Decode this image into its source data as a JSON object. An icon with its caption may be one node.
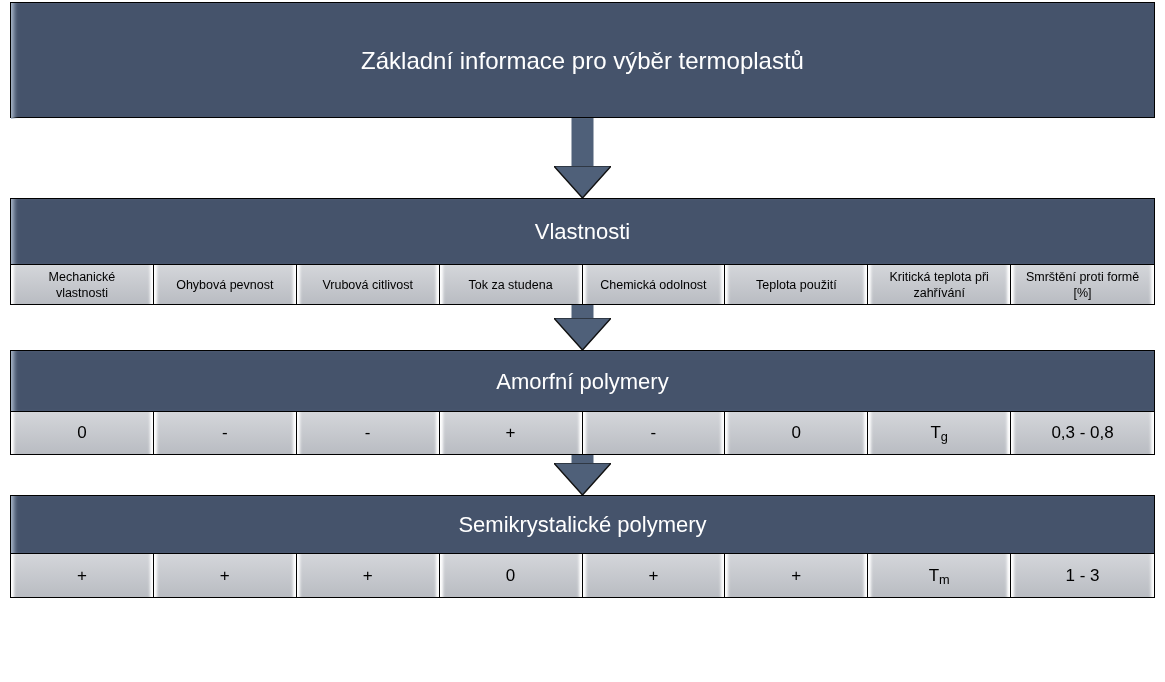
{
  "diagram": {
    "nodes": [
      {
        "text": [
          "Základní informace pro výběr termoplastů"
        ]
      },
      {
        "text": [
          "Vlastnosti"
        ]
      },
      {
        "text": [
          "Mechanické vlastnosti"
        ],
        "in": 1
      },
      {
        "text": [
          "Ohybová pevnost"
        ],
        "in": 1
      },
      {
        "text": [
          "Vrubová citlivost"
        ],
        "in": 1
      },
      {
        "text": [
          "Tok za studena"
        ],
        "in": 1
      },
      {
        "text": [
          "Chemická odolnost"
        ],
        "in": 1
      },
      {
        "text": [
          "Teplota použití"
        ],
        "in": 1
      },
      {
        "text": [
          "Kritická teplota při zahřívání"
        ],
        "in": 1
      },
      {
        "text": [
          "Smrštění proti formě [%]"
        ],
        "in": 1
      },
      {
        "text": [
          "Amorfní polymery"
        ]
      },
      {
        "text": [
          "0"
        ],
        "in": 10
      },
      {
        "text": [
          "-"
        ],
        "in": 10
      },
      {
        "text": [
          "-"
        ],
        "in": 10
      },
      {
        "text": [
          "+"
        ],
        "in": 10
      },
      {
        "text": [
          "-"
        ],
        "in": 10
      },
      {
        "text": [
          "0"
        ],
        "in": 10
      },
      {
        "text": [
          "T$_{g}$"
        ],
        "in": 10
      },
      {
        "text": [
          "0,3 - 0,8"
        ],
        "in": 10
      },
      {
        "text": [
          "Semikrystalické polymery"
        ]
      },
      {
        "text": [
          "+"
        ],
        "in": 19
      },
      {
        "text": [
          "+"
        ],
        "in": 19
      },
      {
        "text": [
          "+"
        ],
        "in": 19
      },
      {
        "text": [
          "0"
        ],
        "in": 19
      },
      {
        "text": [
          "+"
        ],
        "in": 19
      },
      {
        "text": [
          "+"
        ],
        "in": 19
      },
      {
        "text": [
          "T$_{m}$"
        ],
        "in": 19
      },
      {
        "text": [
          "1 - 3"
        ],
        "in": 19
      }
    ],
    "edges": [
      {
        "from": 0,
        "to": 1,
        "arrow": "to"
      },
      {
        "from": 1,
        "to": 10,
        "arrow": "to"
      },
      {
        "from": 10,
        "to": 19,
        "arrow": "to"
      }
    ]
  }
}
